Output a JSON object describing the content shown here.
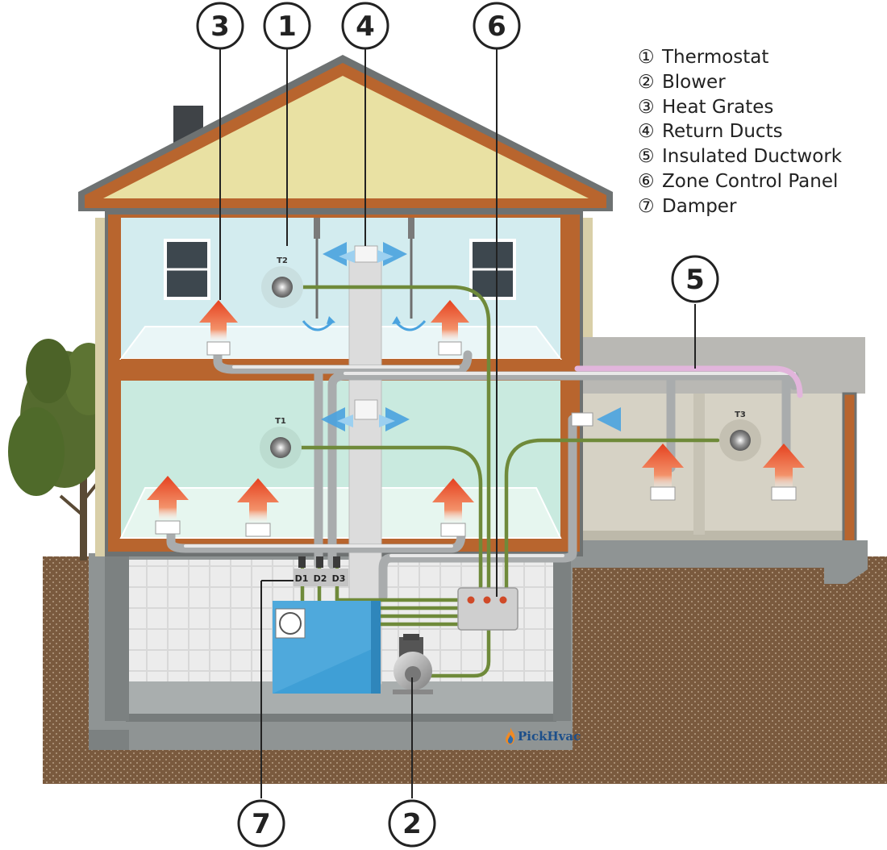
{
  "legend": [
    {
      "num": "①",
      "label": "Thermostat"
    },
    {
      "num": "②",
      "label": "Blower"
    },
    {
      "num": "③",
      "label": "Heat Grates"
    },
    {
      "num": "④",
      "label": "Return Ducts"
    },
    {
      "num": "⑤",
      "label": "Insulated Ductwork"
    },
    {
      "num": "⑥",
      "label": "Zone Control Panel"
    },
    {
      "num": "⑦",
      "label": "Damper"
    }
  ],
  "callouts": [
    "3",
    "1",
    "4",
    "6",
    "5",
    "7",
    "2"
  ],
  "thermostats": [
    "T2",
    "T1",
    "T3"
  ],
  "dampers": [
    "D1",
    "D2",
    "D3"
  ],
  "brand": "PickHvac",
  "colors": {
    "roof_attic": "#e9e1a3",
    "wall_wood": "#b8652e",
    "room_upper": "#d3ecef",
    "room_lower": "#c9eadf",
    "garage": "#d6d2c5",
    "soil": "#7a5a3e",
    "control_wire": "#6f8a3a",
    "furnace": "#3f9fd6",
    "heat_arrow": "#e85a26",
    "return_arrow": "#4aa3df",
    "insulation": "#e2b5dc"
  }
}
